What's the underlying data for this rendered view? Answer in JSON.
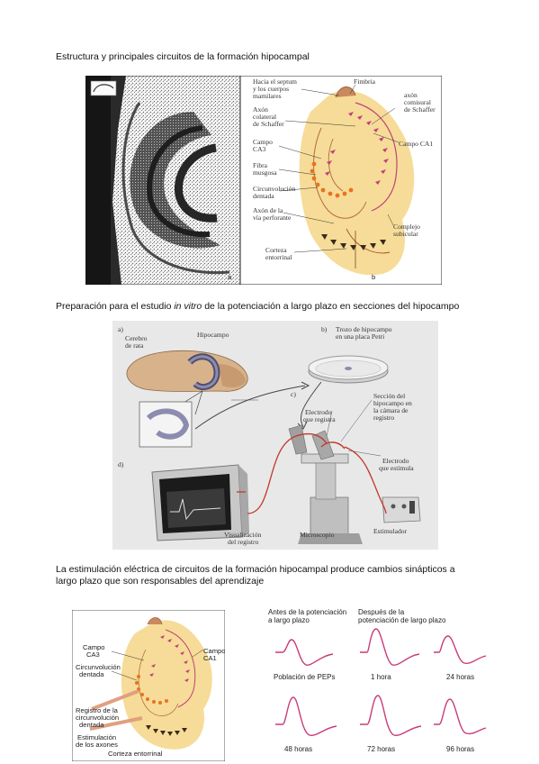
{
  "heading1": "Estructura y principales circuitos de la formación hipocampal",
  "figure1": {
    "labels": {
      "hacia_septum_1": "Hacia el septum",
      "hacia_septum_2": "y los cuerpos",
      "hacia_septum_3": "mamilares",
      "fimbria": "Fimbria",
      "axon_comisural_1": "axón",
      "axon_comisural_2": "comisural",
      "axon_comisural_3": "de Schaffer",
      "axon_colateral_1": "Axón",
      "axon_colateral_2": "colateral",
      "axon_colateral_3": "de Schaffer",
      "campo_ca1": "Campo CA1",
      "campo_ca3_1": "Campo",
      "campo_ca3_2": "CA3",
      "fibra_1": "Fibra",
      "fibra_2": "musgosa",
      "circunvolucion_1": "Circunvolución",
      "circunvolucion_2": "dentada",
      "axon_perforante_1": "Axón de la",
      "axon_perforante_2": "vía perforante",
      "complejo_1": "Complejo",
      "complejo_2": "subicular",
      "corteza_1": "Corteza",
      "corteza_2": "entorrinal",
      "panel_a": "a",
      "panel_b": "b"
    }
  },
  "heading2": {
    "part1": "Preparación para el estudio ",
    "italic": "in vitro",
    "part2": " de la potenciación a largo plazo en secciones del hipocampo"
  },
  "figure2": {
    "labels": {
      "panel_a": "a)",
      "cerebro_1": "Cerebro",
      "cerebro_2": "de rata",
      "hipocampo": "Hipocampo",
      "panel_b": "b)",
      "trozo_1": "Trozo de hipocampo",
      "trozo_2": "en una placa Petri",
      "panel_c": "c)",
      "seccion_1": "Sección del",
      "seccion_2": "hipocampo en",
      "seccion_3": "la cámara de",
      "seccion_4": "registro",
      "electrodo_reg_1": "Electrodo",
      "electrodo_reg_2": "que registra",
      "electrodo_est_1": "Electrodo",
      "electrodo_est_2": "que estimula",
      "panel_d": "d)",
      "visualizacion_1": "Visualización",
      "visualizacion_2": "del registro",
      "microscopio": "Microscopio",
      "estimulador": "Estimulador"
    }
  },
  "heading3": {
    "line1": "La estimulación eléctrica de circuitos de la formación hipocampal produce cambios sinápticos a",
    "line2": "largo plazo que son responsables del aprendizaje"
  },
  "figure3": {
    "labels": {
      "campo_ca3_1": "Campo",
      "campo_ca3_2": "CA3",
      "campo_ca1_1": "Campo",
      "campo_ca1_2": "CA1",
      "circunvolucion_1": "Circunvolución",
      "circunvolucion_2": "dentada",
      "registro_1": "Registro de la",
      "registro_2": "circunvolución",
      "registro_3": "dentada",
      "estimulacion_1": "Estimulación",
      "estimulacion_2": "de los axones",
      "corteza": "Corteza entorrinal"
    },
    "waveforms": {
      "antes_1": "Antes de la potenciación",
      "antes_2": "a largo plazo",
      "despues_1": "Después de la",
      "despues_2": "potenciación de largo plazo",
      "poblacion": "Población de PEPs",
      "hora1": "1 hora",
      "horas24": "24 horas",
      "horas48": "48 horas",
      "horas72": "72 horas",
      "horas96": "96 horas"
    }
  },
  "colors": {
    "tissue": "#f6dc98",
    "pink_cells": "#c0407a",
    "orange_cells": "#e8731e",
    "trace": "#c73c7a",
    "red_wire": "#c0392b"
  }
}
